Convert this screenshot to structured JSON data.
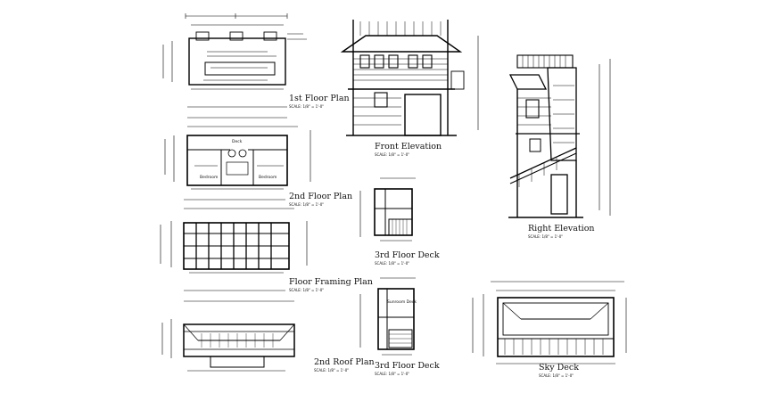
{
  "views": {
    "floor1": {
      "title": "1st Floor Plan",
      "scale": "SCALE: 1/8\" = 1'-0\""
    },
    "floor2": {
      "title": "2nd Floor Plan",
      "scale": "SCALE: 1/8\" = 1'-0\"",
      "rooms": [
        "Deck",
        "Bedroom",
        "Bedroom"
      ]
    },
    "framing": {
      "title": "Floor Framing Plan",
      "scale": "SCALE: 1/8\" = 1'-0\""
    },
    "roof2": {
      "title": "2nd Roof Plan",
      "scale": "SCALE: 1/8\" = 1'-0\""
    },
    "front": {
      "title": "Front Elevation",
      "scale": "SCALE: 1/8\" = 1'-0\""
    },
    "deck3a": {
      "title": "3rd Floor Deck",
      "scale": "SCALE: 1/8\" = 1'-0\""
    },
    "deck3b": {
      "title": "3rd Floor Deck",
      "scale": "SCALE: 1/8\" = 1'-0\"",
      "rooms": [
        "Sunroom Deck"
      ]
    },
    "right": {
      "title": "Right Elevation",
      "scale": "SCALE: 1/8\" = 1'-0\""
    },
    "sky": {
      "title": "Sky Deck",
      "scale": "SCALE: 1/8\" = 1'-0\""
    }
  },
  "colors": {
    "ink": "#000000",
    "paper": "#ffffff"
  }
}
